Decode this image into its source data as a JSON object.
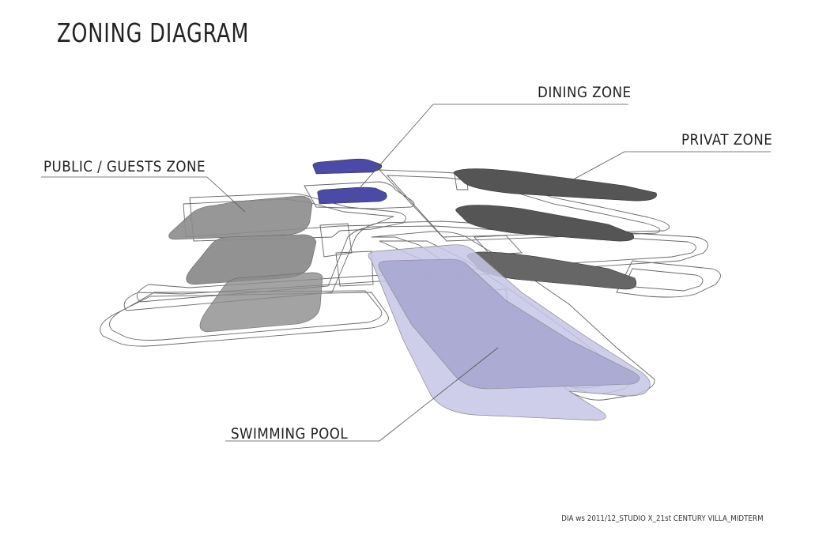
{
  "title": "ZONING DIAGRAM",
  "labels": {
    "dining": "DINING ZONE",
    "privat": "PRIVAT ZONE",
    "public": "PUBLIC / GUESTS ZONE",
    "pool": "SWIMMING POOL"
  },
  "footer": "DIA ws 2011/12_STUDIO X_21st CENTURY VILLA_MIDTERM",
  "colors": {
    "dining": "#4a4aa8",
    "privat": "#555555",
    "public": "#8c8c8c",
    "pool": "#b0b0d8",
    "outline": "#555555"
  }
}
